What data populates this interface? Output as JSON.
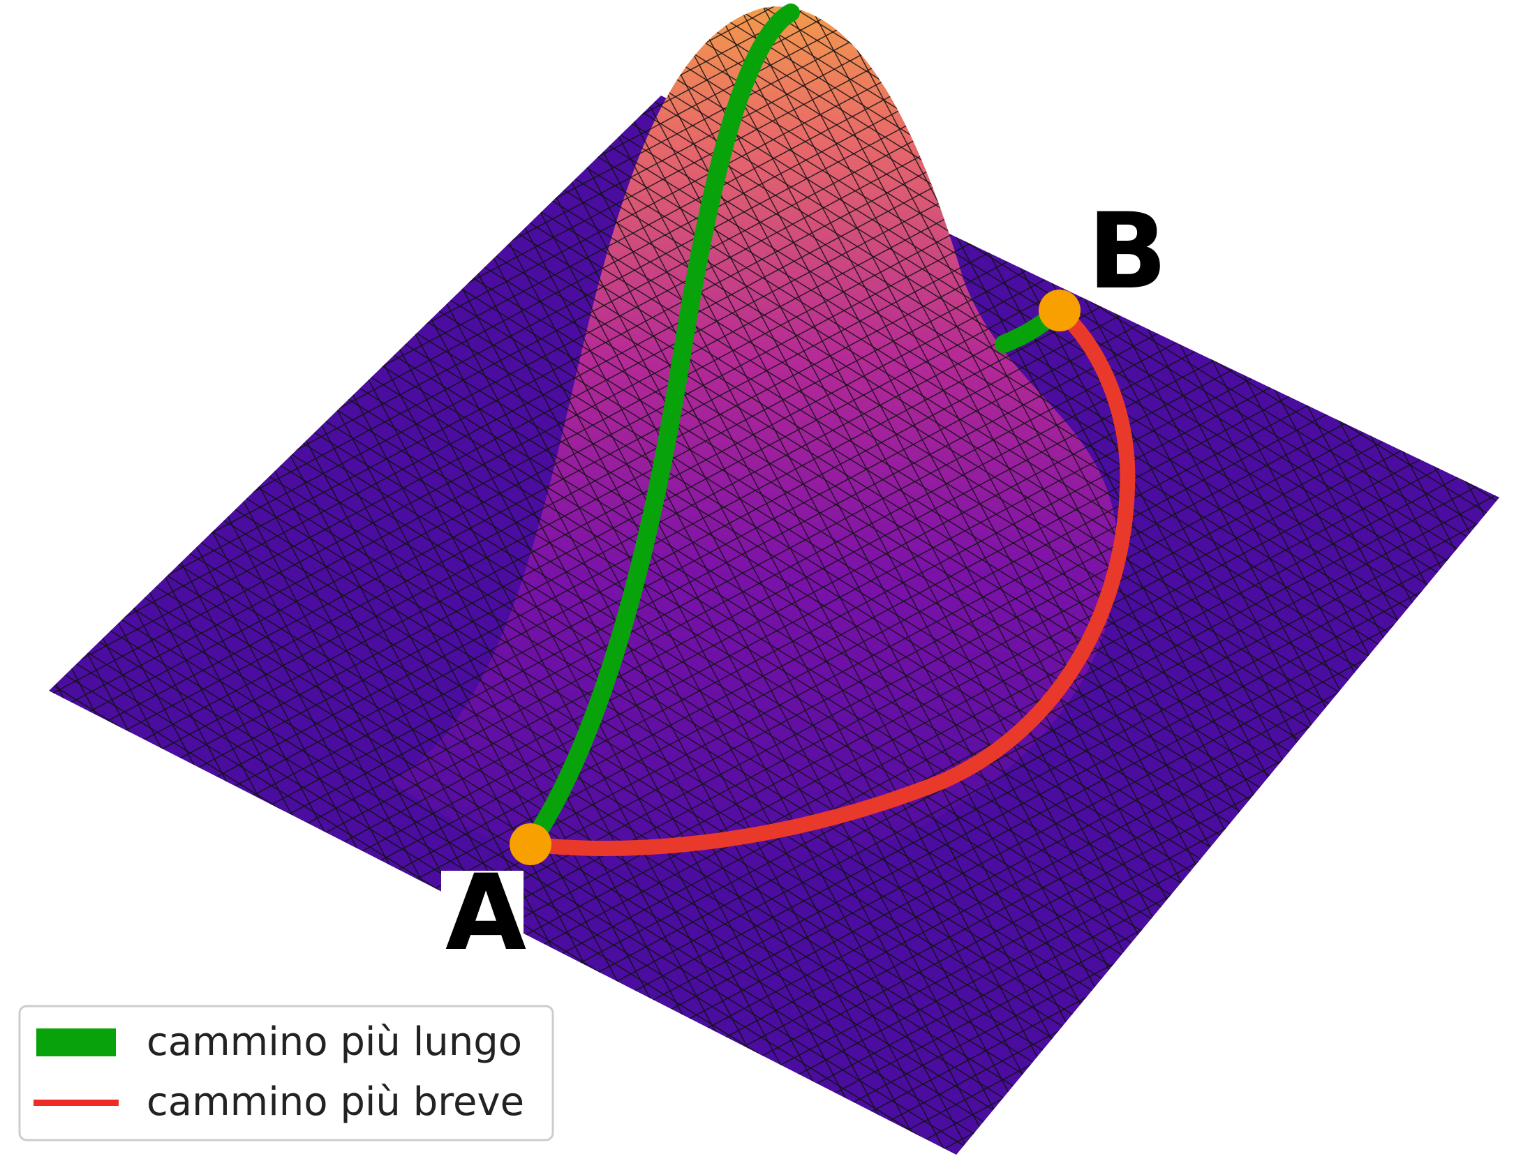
{
  "points": {
    "a": {
      "label": "A"
    },
    "b": {
      "label": "B"
    }
  },
  "legend": {
    "items": [
      {
        "label": "cammino più lungo",
        "color": "#08a30a",
        "style": "thick"
      },
      {
        "label": "cammino più breve",
        "color": "#f02a25",
        "style": "line"
      }
    ]
  },
  "colors": {
    "surface_low": "#4b0ca0",
    "surface_mid": "#a21a9e",
    "surface_high": "#f08a4c",
    "mesh_line": "#111111",
    "marker": "#f7a000",
    "long_path": "#08a30a",
    "short_path": "#e8392a"
  }
}
